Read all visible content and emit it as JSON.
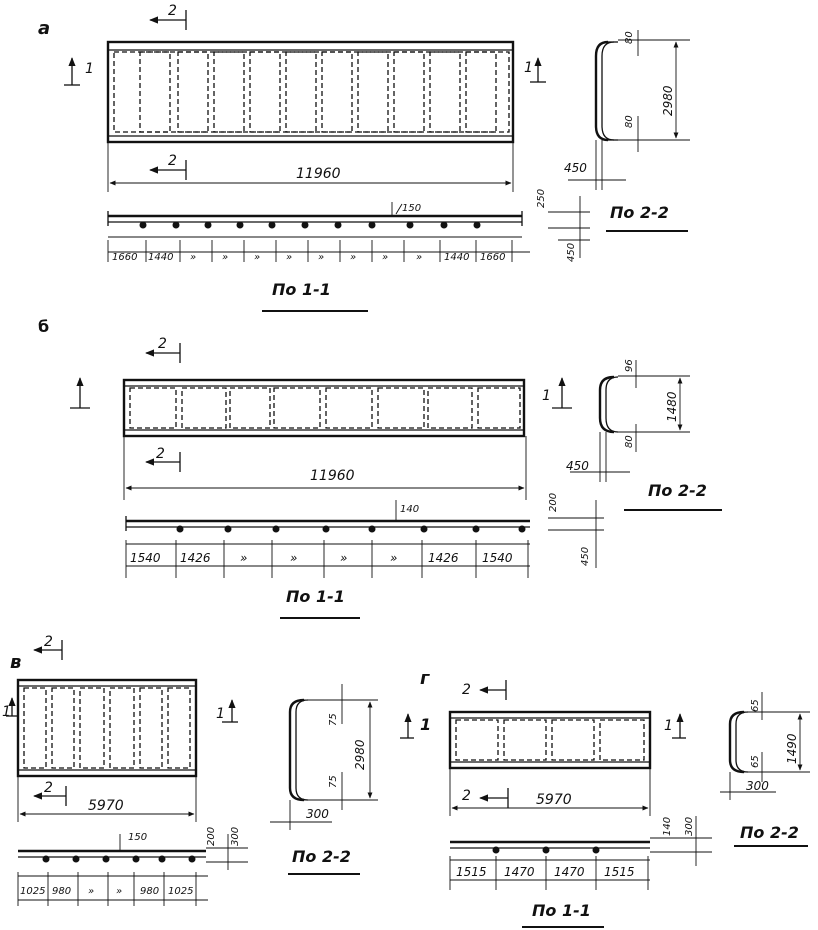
{
  "panels": {
    "a": {
      "letter": "а",
      "length": "11960",
      "cut1": "1",
      "cut2": "2",
      "bottom_dims": [
        "1660",
        "1440",
        "»",
        "»",
        "»",
        "»",
        "»",
        "»",
        "»",
        "»",
        "1440",
        "1660"
      ],
      "rib": "150",
      "dim_250": "250",
      "dim_450": "450",
      "height": "2980",
      "flange_top": "80",
      "flange_bottom": "80",
      "width_450": "450",
      "section1_label": "По  1-1",
      "section2_label": "По  2-2"
    },
    "b": {
      "letter": "б",
      "length": "11960",
      "cut1": "1",
      "cut2": "2",
      "bottom_dims": [
        "1540",
        "1426",
        "»",
        "»",
        "»",
        "»",
        "1426",
        "1540"
      ],
      "rib": "140",
      "dim_200": "200",
      "dim_450": "450",
      "height": "1480",
      "flange_top": "96",
      "flange_bottom": "80",
      "width_450": "450",
      "section1_label": "По  1-1",
      "section2_label": "По  2-2"
    },
    "v": {
      "letter": "в",
      "length": "5970",
      "cut1": "1",
      "cut2": "2",
      "bottom_dims": [
        "1025",
        "980",
        "»",
        "»",
        "980",
        "1025"
      ],
      "rib": "150",
      "dim_200": "200",
      "dim_300": "300",
      "height": "2980",
      "flange_top": "75",
      "flange_bottom": "75",
      "width_300": "300",
      "section2_label": "По 2-2"
    },
    "g": {
      "letter": "г",
      "length": "5970",
      "cut1": "1",
      "cut2": "2",
      "bottom_dims": [
        "1515",
        "1470",
        "1470",
        "1515"
      ],
      "dim_140": "140",
      "dim_300": "300",
      "height": "1490",
      "flange_top": "65",
      "flange_bottom": "65",
      "width_300": "300",
      "section1_label": "По  1-1",
      "section2_label": "По  2-2"
    }
  }
}
